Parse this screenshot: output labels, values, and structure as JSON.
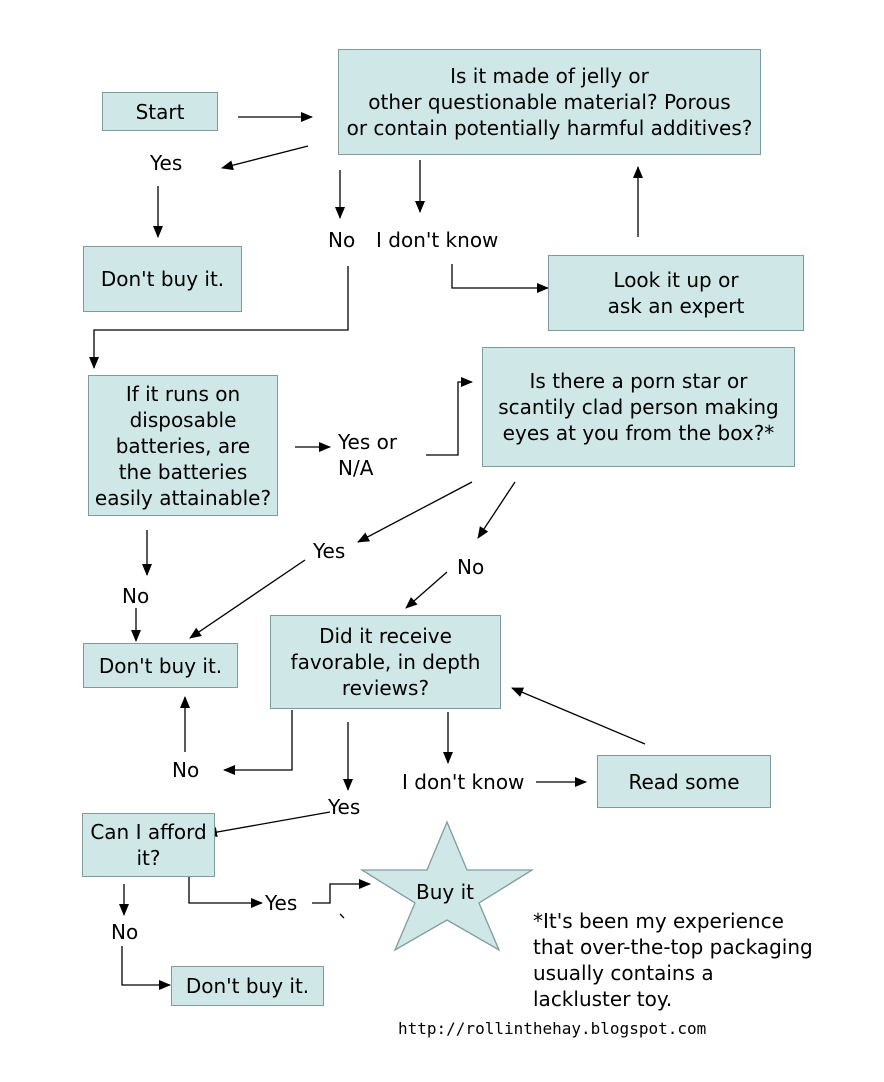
{
  "colors": {
    "box_fill": "#cfe7e6",
    "box_border": "#7f9c9c"
  },
  "boxes": {
    "start": "Start",
    "q_material": "Is it made of jelly or\nother questionable material? Porous\nor contain potentially harmful additives?",
    "dont_buy_1": "Don't buy it.",
    "look_up": "Look it up or\nask an expert",
    "q_batteries": "If it runs on\ndisposable\nbatteries, are\nthe batteries\neasily attainable?",
    "q_porn_star": "Is there a porn star or\nscantily clad person making\neyes at you from the box?*",
    "dont_buy_2": "Don't buy it.",
    "q_reviews": "Did it receive\nfavorable, in depth\nreviews?",
    "read_some": "Read some",
    "q_afford": "Can I afford\nit?",
    "dont_buy_3": "Don't buy it.",
    "buy_it": "Buy it"
  },
  "labels": {
    "yes_material": "Yes",
    "no_material": "No",
    "idk_material": "I don't know",
    "yes_na": "Yes or\nN/A",
    "no_batteries": "No",
    "yes_porn": "Yes",
    "no_porn": "No",
    "no_reviews": "No",
    "yes_reviews": "Yes",
    "idk_reviews": "I don't know",
    "no_afford": "No",
    "yes_afford": "Yes"
  },
  "footnote": "*It's been my experience\nthat over-the-top packaging\nusually contains a\nlackluster toy.",
  "source_url": "http://rollinthehay.blogspot.com"
}
